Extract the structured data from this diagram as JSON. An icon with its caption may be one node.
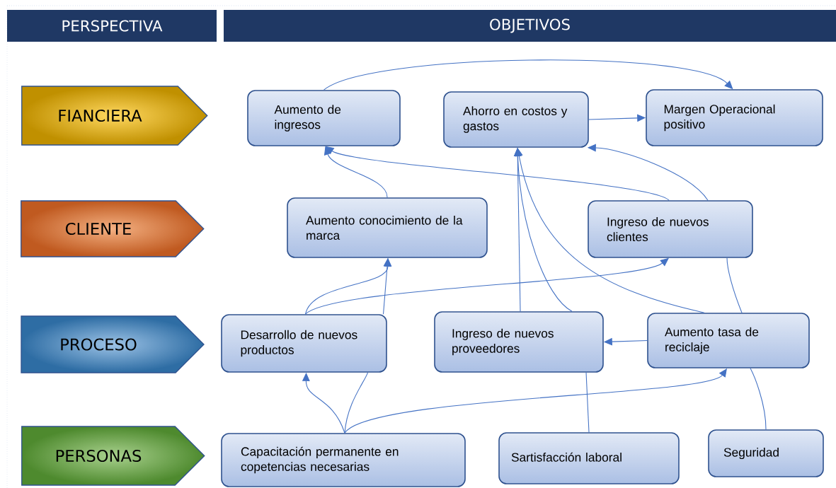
{
  "diagram": {
    "nodes": [
      {
        "text": [
          "PERSPECTIVA"
        ]
      },
      {
        "text": [
          "OBJETIVOS"
        ]
      },
      {
        "text": [
          "FIANCIERA"
        ]
      },
      {
        "text": [
          "CLIENTE"
        ]
      },
      {
        "text": [
          "PROCESO"
        ]
      },
      {
        "text": [
          "PERSONAS"
        ]
      },
      {
        "text": [
          "Aumento de ingresos"
        ]
      },
      {
        "text": [
          "Ahorro en costos y gastos"
        ]
      },
      {
        "text": [
          "Margen Operacional positivo"
        ]
      },
      {
        "text": [
          "Aumento conocimiento de la marca"
        ]
      },
      {
        "text": [
          "Ingreso de nuevos clientes"
        ]
      },
      {
        "text": [
          "Desarrollo de nuevos productos"
        ]
      },
      {
        "text": [
          "Ingreso de nuevos proveedores"
        ]
      },
      {
        "text": [
          "Aumento tasa de reciclaje"
        ]
      },
      {
        "text": [
          "Capacitación permanente en copetencias necesarias"
        ]
      },
      {
        "text": [
          "Sartisfacción laboral"
        ]
      },
      {
        "text": [
          "Seguridad"
        ]
      }
    ],
    "edges": [
      {
        "from": 6,
        "to": 8,
        "arrow": "to"
      },
      {
        "from": 7,
        "to": 8,
        "arrow": "to"
      },
      {
        "from": 9,
        "to": 6,
        "arrow": "to"
      },
      {
        "from": 10,
        "to": 6,
        "arrow": "to"
      },
      {
        "from": 10,
        "to": 7,
        "arrow": "to"
      },
      {
        "from": 12,
        "to": 7,
        "arrow": "to"
      },
      {
        "from": 12,
        "to": 7,
        "arrow": "to"
      },
      {
        "from": 13,
        "to": 7,
        "arrow": "to"
      },
      {
        "from": 13,
        "to": 10,
        "arrow": "none"
      },
      {
        "from": 13,
        "to": 12,
        "arrow": "to"
      },
      {
        "from": 11,
        "to": 9,
        "arrow": "to"
      },
      {
        "from": 11,
        "to": 9,
        "arrow": "to"
      },
      {
        "from": 11,
        "to": 10,
        "arrow": "to"
      },
      {
        "from": 14,
        "to": 11,
        "arrow": "to"
      },
      {
        "from": 14,
        "to": 11,
        "arrow": "none"
      },
      {
        "from": 14,
        "to": 13,
        "arrow": "to"
      },
      {
        "from": 15,
        "to": 12,
        "arrow": "none"
      },
      {
        "from": 16,
        "to": 13,
        "arrow": "none"
      }
    ]
  }
}
